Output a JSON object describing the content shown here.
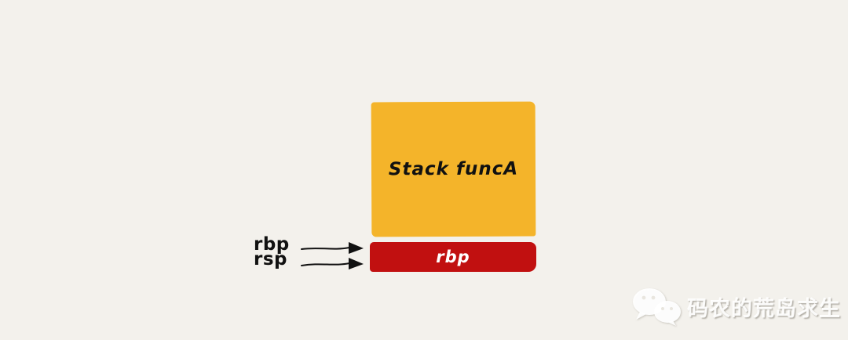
{
  "diagram": {
    "stack_box": {
      "label": "Stack funcA",
      "color": "#F4B42A"
    },
    "rbp_slot": {
      "label": "rbp",
      "color": "#C11010",
      "text_color": "#FFFFFF"
    },
    "pointers": [
      {
        "label": "rbp"
      },
      {
        "label": "rsp"
      }
    ]
  },
  "watermark": {
    "icon": "wechat-icon",
    "text": "码农的荒岛求生"
  },
  "colors": {
    "background": "#F3F1EC",
    "ink": "#111111"
  }
}
